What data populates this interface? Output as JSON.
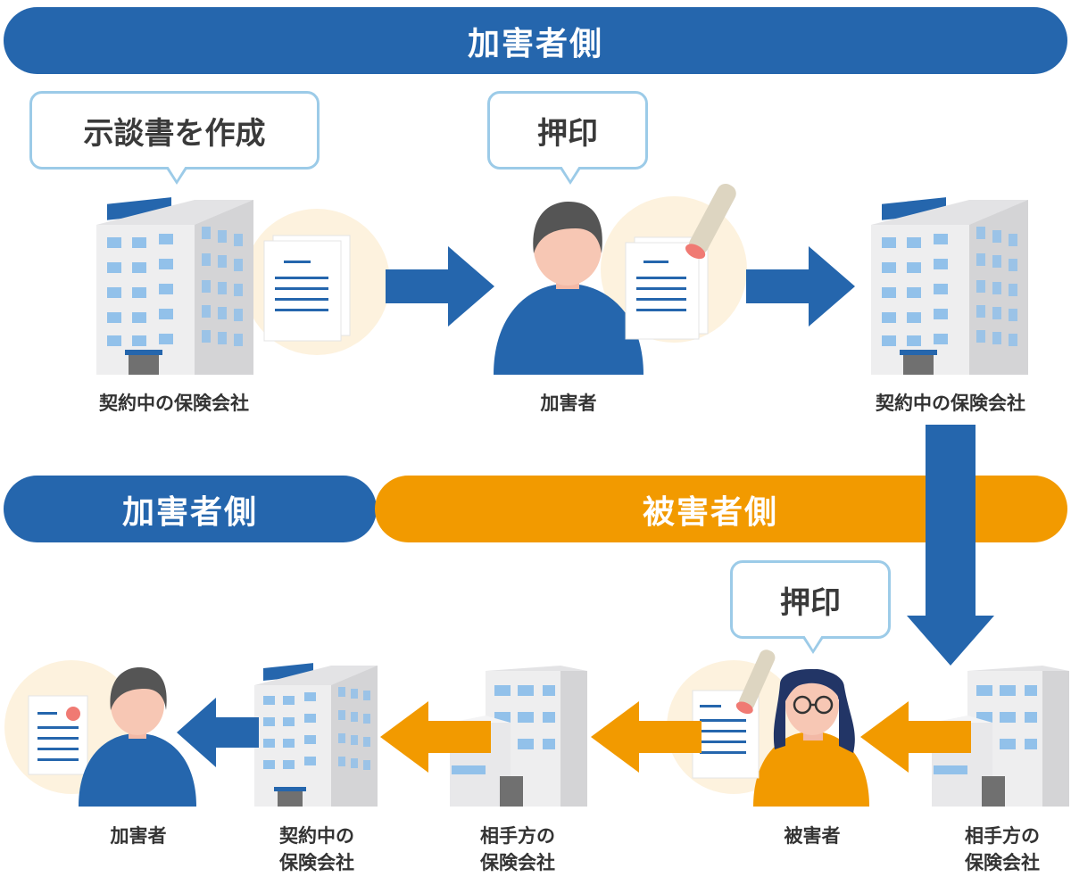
{
  "bands": {
    "top_perpetrator": "加害者側",
    "bottom_perpetrator": "加害者側",
    "bottom_victim": "被害者側"
  },
  "bubbles": {
    "create_settlement": "示談書を作成",
    "stamp_perpetrator": "押印",
    "stamp_victim": "押印"
  },
  "labels": {
    "own_insurer_1": "契約中の保険会社",
    "perpetrator_1": "加害者",
    "own_insurer_2": "契約中の保険会社",
    "other_insurer_right_line1": "相手方の",
    "other_insurer_right_line2": "保険会社",
    "victim": "被害者",
    "other_insurer_mid_line1": "相手方の",
    "other_insurer_mid_line2": "保険会社",
    "own_insurer_3_line1": "契約中の",
    "own_insurer_3_line2": "保険会社",
    "perpetrator_2": "加害者"
  },
  "colors": {
    "perpetrator_blue": "#2566ad",
    "victim_orange": "#f29a00",
    "bubble_border": "#9ccbe8",
    "circle_bg": "#fdf2de"
  }
}
